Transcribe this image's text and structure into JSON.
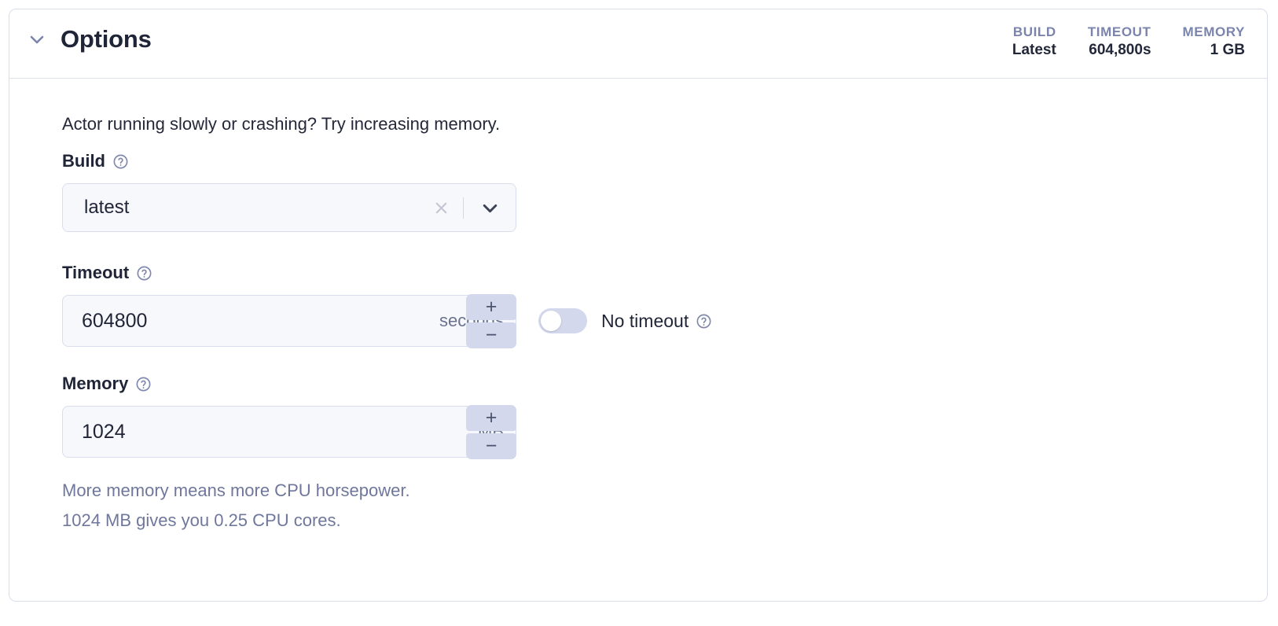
{
  "card": {
    "title": "Options",
    "toggle_icon": "chevron-down-icon",
    "stats": [
      {
        "label": "BUILD",
        "value": "Latest"
      },
      {
        "label": "TIMEOUT",
        "value": "604,800s"
      },
      {
        "label": "MEMORY",
        "value": "1 GB"
      }
    ]
  },
  "body": {
    "intro": "Actor running slowly or crashing? Try increasing memory.",
    "build": {
      "label": "Build",
      "help_icon": "help-circle-icon",
      "value": "latest",
      "placeholder": "latest",
      "clear_icon": "close-icon",
      "chevron_icon": "chevron-down-icon"
    },
    "timeout": {
      "label": "Timeout",
      "help_icon": "help-circle-icon",
      "value": "604800",
      "unit": "seconds",
      "increment_label": "+",
      "decrement_label": "−",
      "no_timeout_label": "No timeout",
      "no_timeout_checked": false,
      "no_timeout_help_icon": "help-circle-icon"
    },
    "memory": {
      "label": "Memory",
      "help_icon": "help-circle-icon",
      "value": "1024",
      "unit": "MB",
      "increment_label": "+",
      "decrement_label": "−",
      "hint_line1": "More memory means more CPU horsepower.",
      "hint_line2": "1024 MB gives you 0.25 CPU cores."
    }
  },
  "colors": {
    "border": "#d8dcee",
    "field_bg": "#f7f8fc",
    "stepper_bg": "#d3d8ec",
    "muted_text": "#7b84ad",
    "hint_text": "#6f779c",
    "title_text": "#1f2437"
  }
}
